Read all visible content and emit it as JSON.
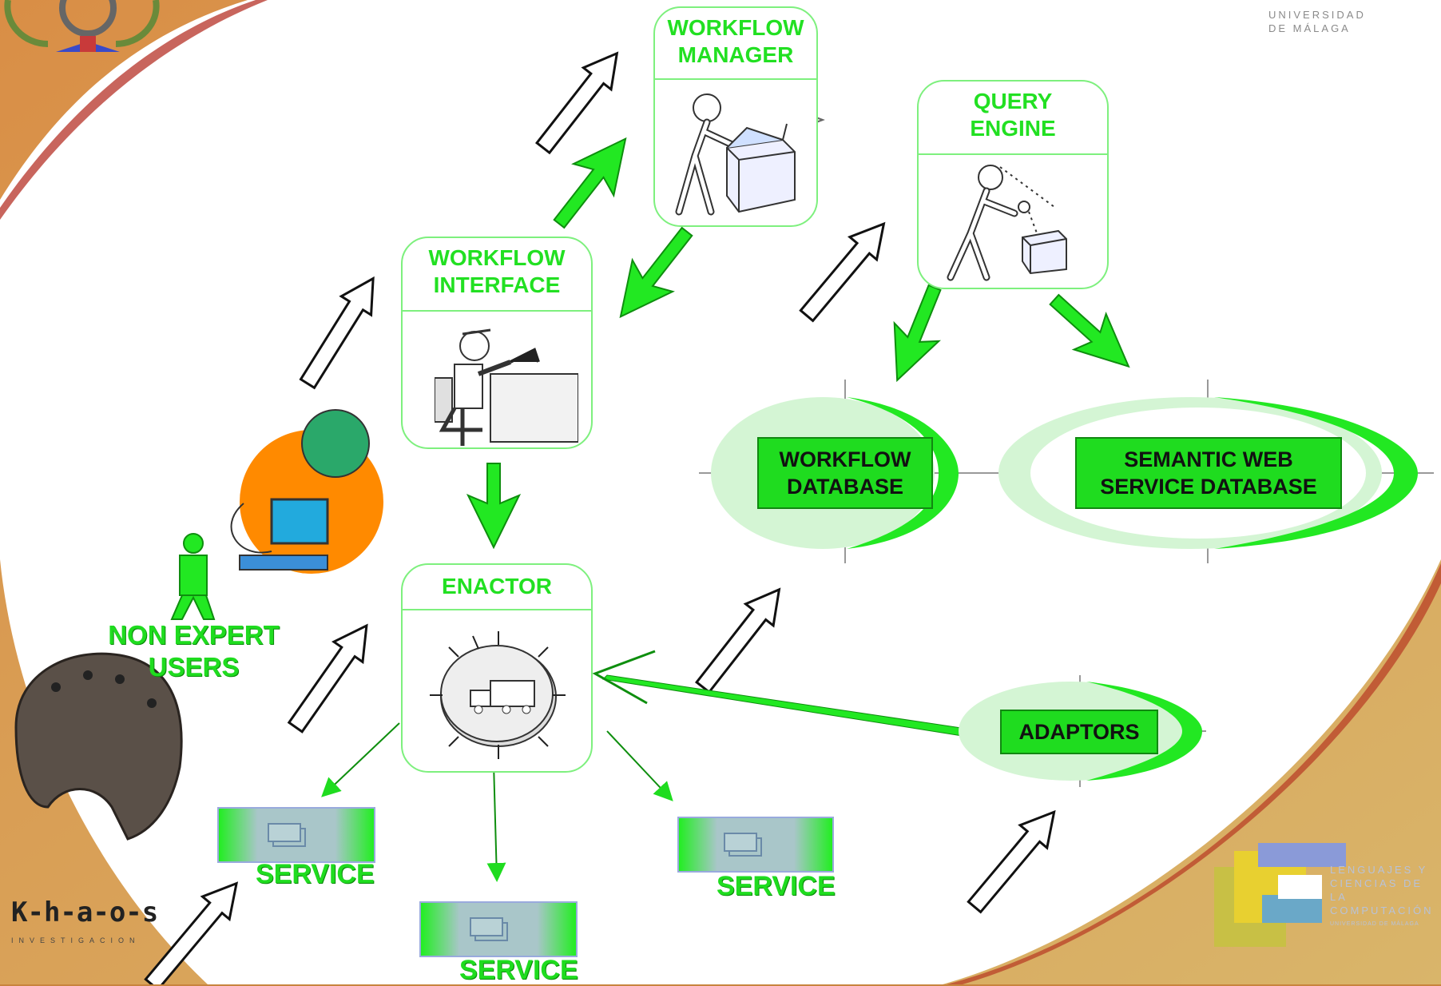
{
  "boxes": {
    "workflow_manager": {
      "title_line1": "WORKFLOW",
      "title_line2": "MANAGER"
    },
    "query_engine": {
      "title_line1": "QUERY",
      "title_line2": "ENGINE"
    },
    "workflow_interface": {
      "title_line1": "WORKFLOW",
      "title_line2": "INTERFACE"
    },
    "enactor": {
      "title_line1": "ENACTOR"
    }
  },
  "databases": {
    "workflow": {
      "line1": "WORKFLOW",
      "line2": "DATABASE"
    },
    "semantic": {
      "line1": "SEMANTIC WEB",
      "line2": "SERVICE DATABASE"
    },
    "adaptors": {
      "line1": "ADAPTORS"
    }
  },
  "users": {
    "line1": "NON EXPERT",
    "line2": "USERS"
  },
  "services": [
    "SERVICE",
    "SERVICE",
    "SERVICE"
  ],
  "university": {
    "line1": "UNIVERSIDAD",
    "line2": "DE MÁLAGA"
  },
  "lcc": {
    "line1": "LENGUAJES Y",
    "line2": "CIENCIAS DE LA",
    "line3": "COMPUTACIÓN",
    "line4": "UNIVERSIDAD DE MÁLAGA"
  },
  "khaos": {
    "name": "K-h-a-o-s",
    "sub": "INVESTIGACION"
  },
  "colors": {
    "green": "#1fdc1f",
    "background_white": "#ffffff",
    "background_orange": "#c8843e"
  }
}
